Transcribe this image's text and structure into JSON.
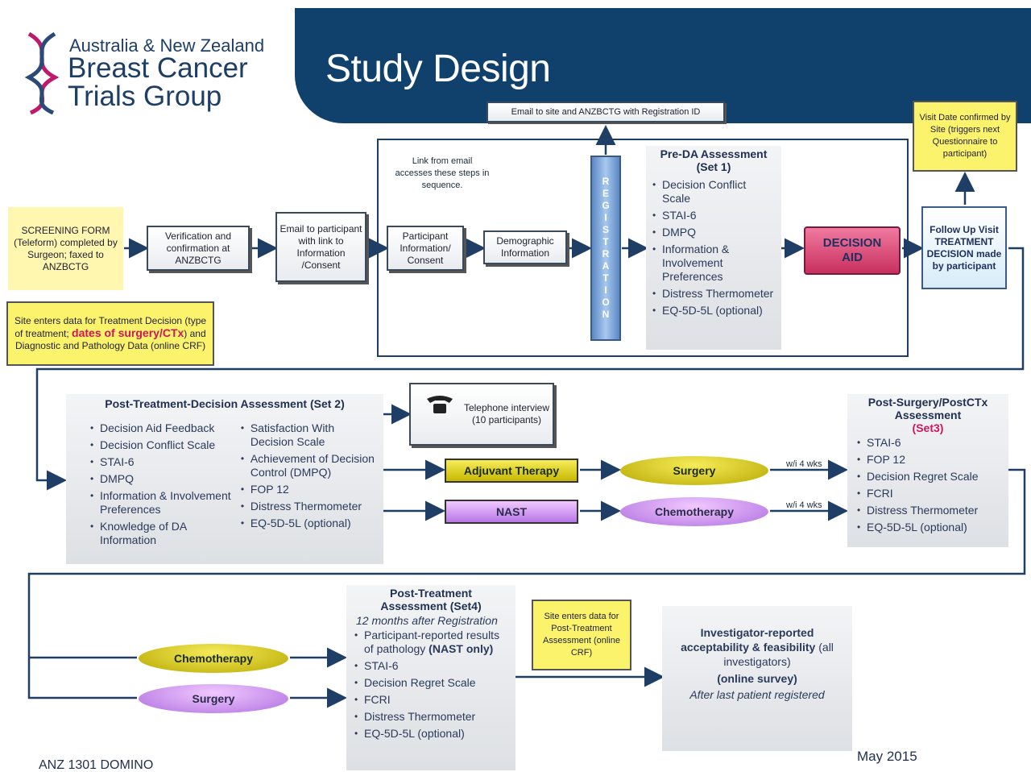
{
  "header": {
    "title": "Study Design",
    "logo": {
      "line1": "Australia & New Zealand",
      "line2": "Breast Cancer",
      "line3": "Trials Group"
    }
  },
  "email_registration": "Email to site and ANZBCTG with Registration ID",
  "visit_date": "Visit Date confirmed by Site (triggers next Questionnaire to participant)",
  "screening_form": "SCREENING FORM (Teleform) completed by Surgeon; faxed to ANZBCTG",
  "verification": "Verification and confirmation at ANZBCTG",
  "email_participant": "Email to participant with link to Information /Consent",
  "link_note": "Link from email accesses these steps in sequence.",
  "participant_info": "Participant Information/ Consent",
  "demographic": "Demographic Information",
  "registration": "REGISTRATION",
  "pre_da": {
    "title": "Pre-DA Assessment",
    "subtitle": "(Set 1)",
    "items": [
      "Decision Conflict Scale",
      "STAI-6",
      "DMPQ",
      "Information & Involvement Preferences",
      "Distress Thermometer",
      "EQ-5D-5L (optional)"
    ]
  },
  "decision_aid": "DECISION AID",
  "follow_up": "Follow Up Visit TREATMENT DECISION made by participant",
  "site_enters": {
    "part1": "Site enters data for Treatment Decision (type of treatment; ",
    "highlight": "dates of surgery/CTx",
    "part2": ") and Diagnostic and Pathology Data (online CRF)"
  },
  "post_treatment_decision": {
    "title": "Post-Treatment-Decision Assessment (Set 2)",
    "col1": [
      "Decision Aid Feedback",
      "Decision Conflict Scale",
      "STAI-6",
      "DMPQ",
      "Information & Involvement Preferences",
      "Knowledge of DA Information"
    ],
    "col2": [
      "Satisfaction With Decision Scale",
      "Achievement of Decision Control (DMPQ)",
      "FOP 12",
      "Distress Thermometer",
      "EQ-5D-5L (optional)"
    ]
  },
  "telephone": "Telephone interview (10 participants)",
  "adjuvant_therapy": "Adjuvant Therapy",
  "nast": "NAST",
  "surgery": "Surgery",
  "chemotherapy": "Chemotherapy",
  "wi_4_wks": "w/i 4 wks",
  "post_surgery": {
    "title": "Post-Surgery/PostCTx Assessment",
    "set": "(Set3)",
    "items": [
      "STAI-6",
      "FOP 12",
      "Decision Regret Scale",
      "FCRI",
      "Distress Thermometer",
      "EQ-5D-5L (optional)"
    ]
  },
  "post_treatment": {
    "title": "Post-Treatment Assessment (Set4)",
    "timing": "12 months after Registration",
    "item1_a": "Participant-reported results of pathology ",
    "item1_b": "(NAST only)",
    "items": [
      "STAI-6",
      "Decision Regret Scale",
      "FCRI",
      "Distress Thermometer",
      "EQ-5D-5L (optional)"
    ]
  },
  "site_post_treatment": "Site enters data for Post-Treatment Assessment (online CRF)",
  "investigator": {
    "line1": "Investigator-reported acceptability & feasibility",
    "line1_b": " (all investigators)",
    "line2": "(online survey)",
    "line3": "After last patient registered"
  },
  "footer_left": "ANZ 1301 DOMINO",
  "footer_right": "May 2015",
  "colors": {
    "navy": "#10406c",
    "highlight": "#d0155a",
    "yellow_box": "#fbf36b",
    "note": "#fff6b0",
    "registration_bar": "#7fa8d8",
    "decision_aid": "#e0507a"
  }
}
